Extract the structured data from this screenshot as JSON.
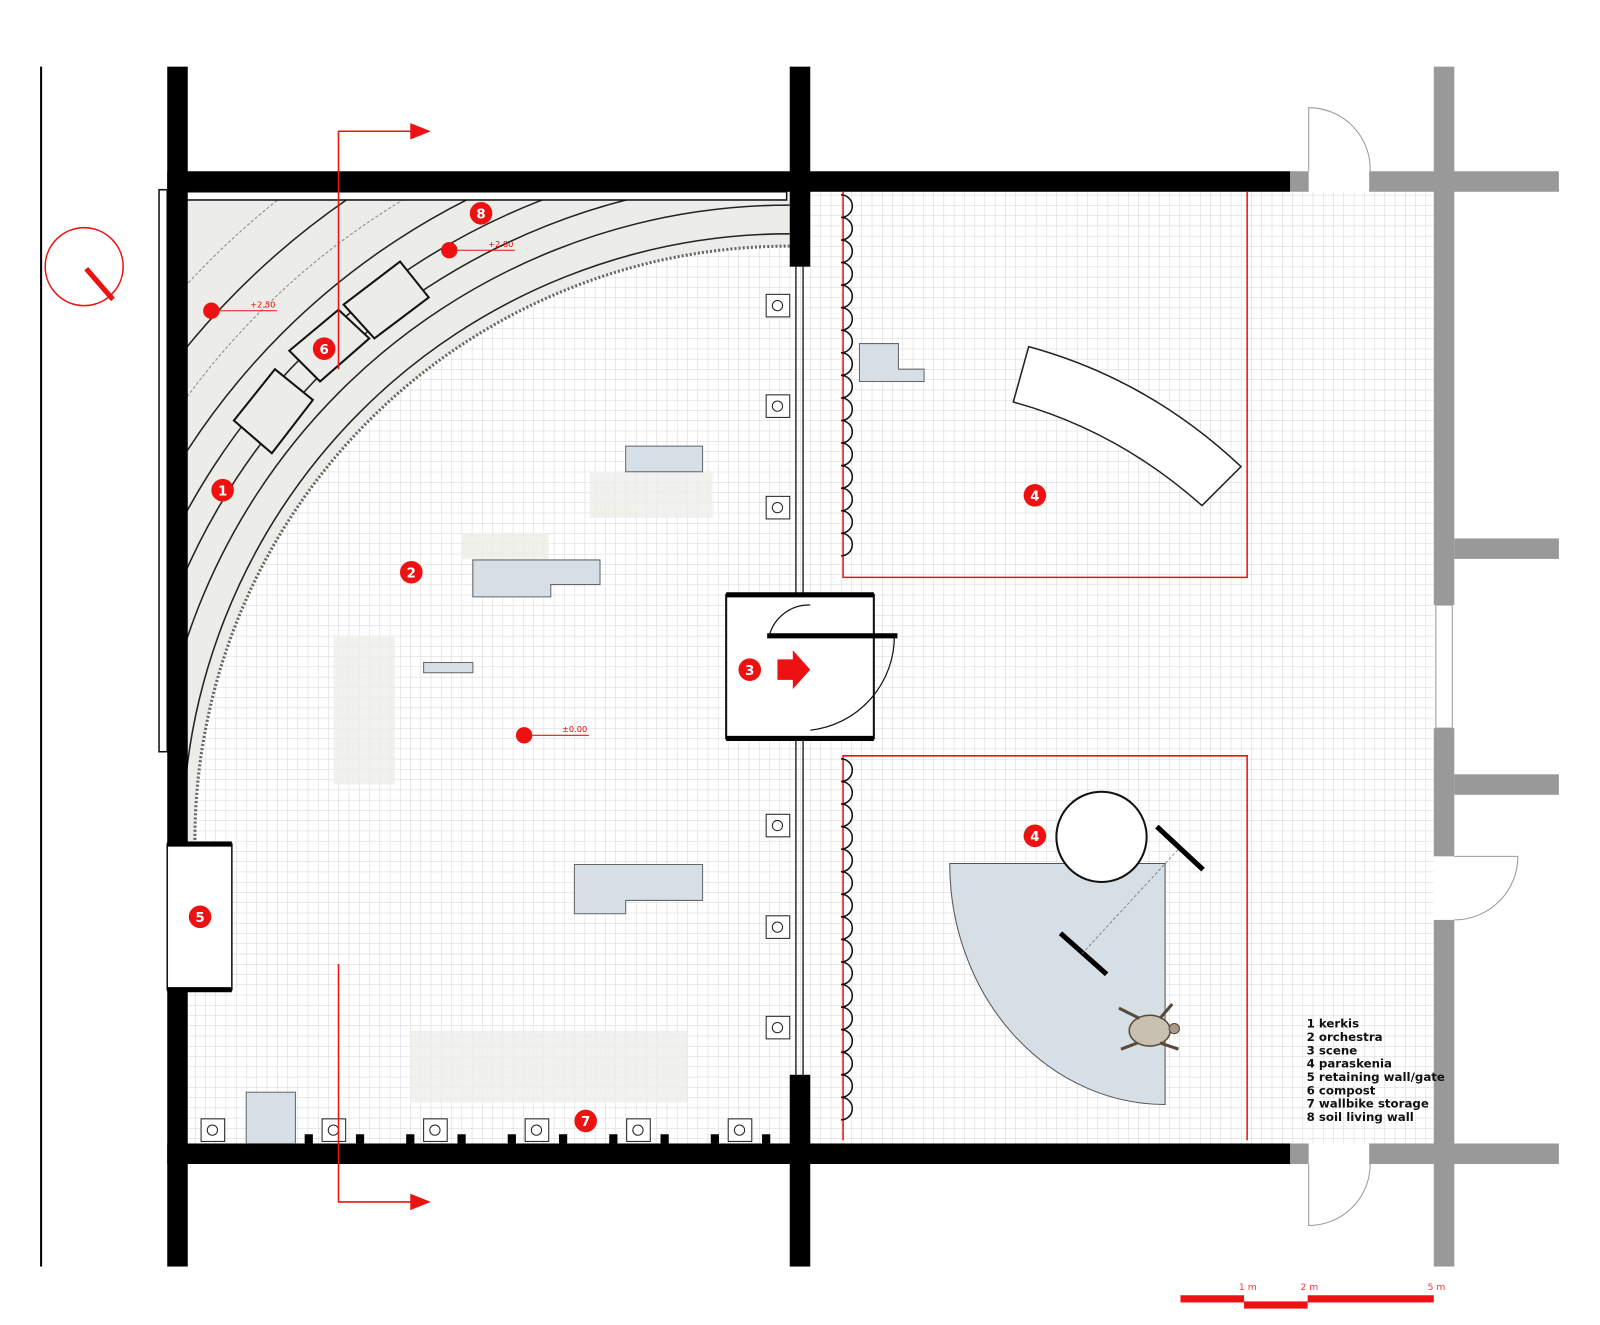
{
  "title": "Floor plan",
  "colors": {
    "accent": "#ee1111",
    "wall": "#000000",
    "existing_wall": "#999999",
    "furniture": "#d6dee6",
    "kerkis_fill": "#ecece8",
    "grid": "#d4d4d4"
  },
  "markers": [
    {
      "num": "1",
      "label": "kerkis"
    },
    {
      "num": "2",
      "label": "orchestra"
    },
    {
      "num": "3",
      "label": "scene"
    },
    {
      "num": "4",
      "label": "paraskenia"
    },
    {
      "num": "4",
      "label": "paraskenia"
    },
    {
      "num": "5",
      "label": "retaining wall/gate"
    },
    {
      "num": "6",
      "label": "compost"
    },
    {
      "num": "7",
      "label": "wallbike storage"
    },
    {
      "num": "8",
      "label": "soil living wall"
    }
  ],
  "elevations": [
    "+2.50",
    "+2.80",
    "±0.00"
  ],
  "legend": [
    "1 kerkis",
    "2 orchestra",
    "3 scene",
    "4 paraskenia",
    "5 retaining wall/gate",
    "6 compost",
    "7 wallbike storage",
    "8 soil living wall"
  ],
  "scale_bar": {
    "labels": [
      "1 m",
      "2 m",
      "5 m"
    ]
  },
  "icons": [
    "north-arrow-icon",
    "section-arrow-icon",
    "elevation-marker-icon",
    "turtle-icon"
  ]
}
